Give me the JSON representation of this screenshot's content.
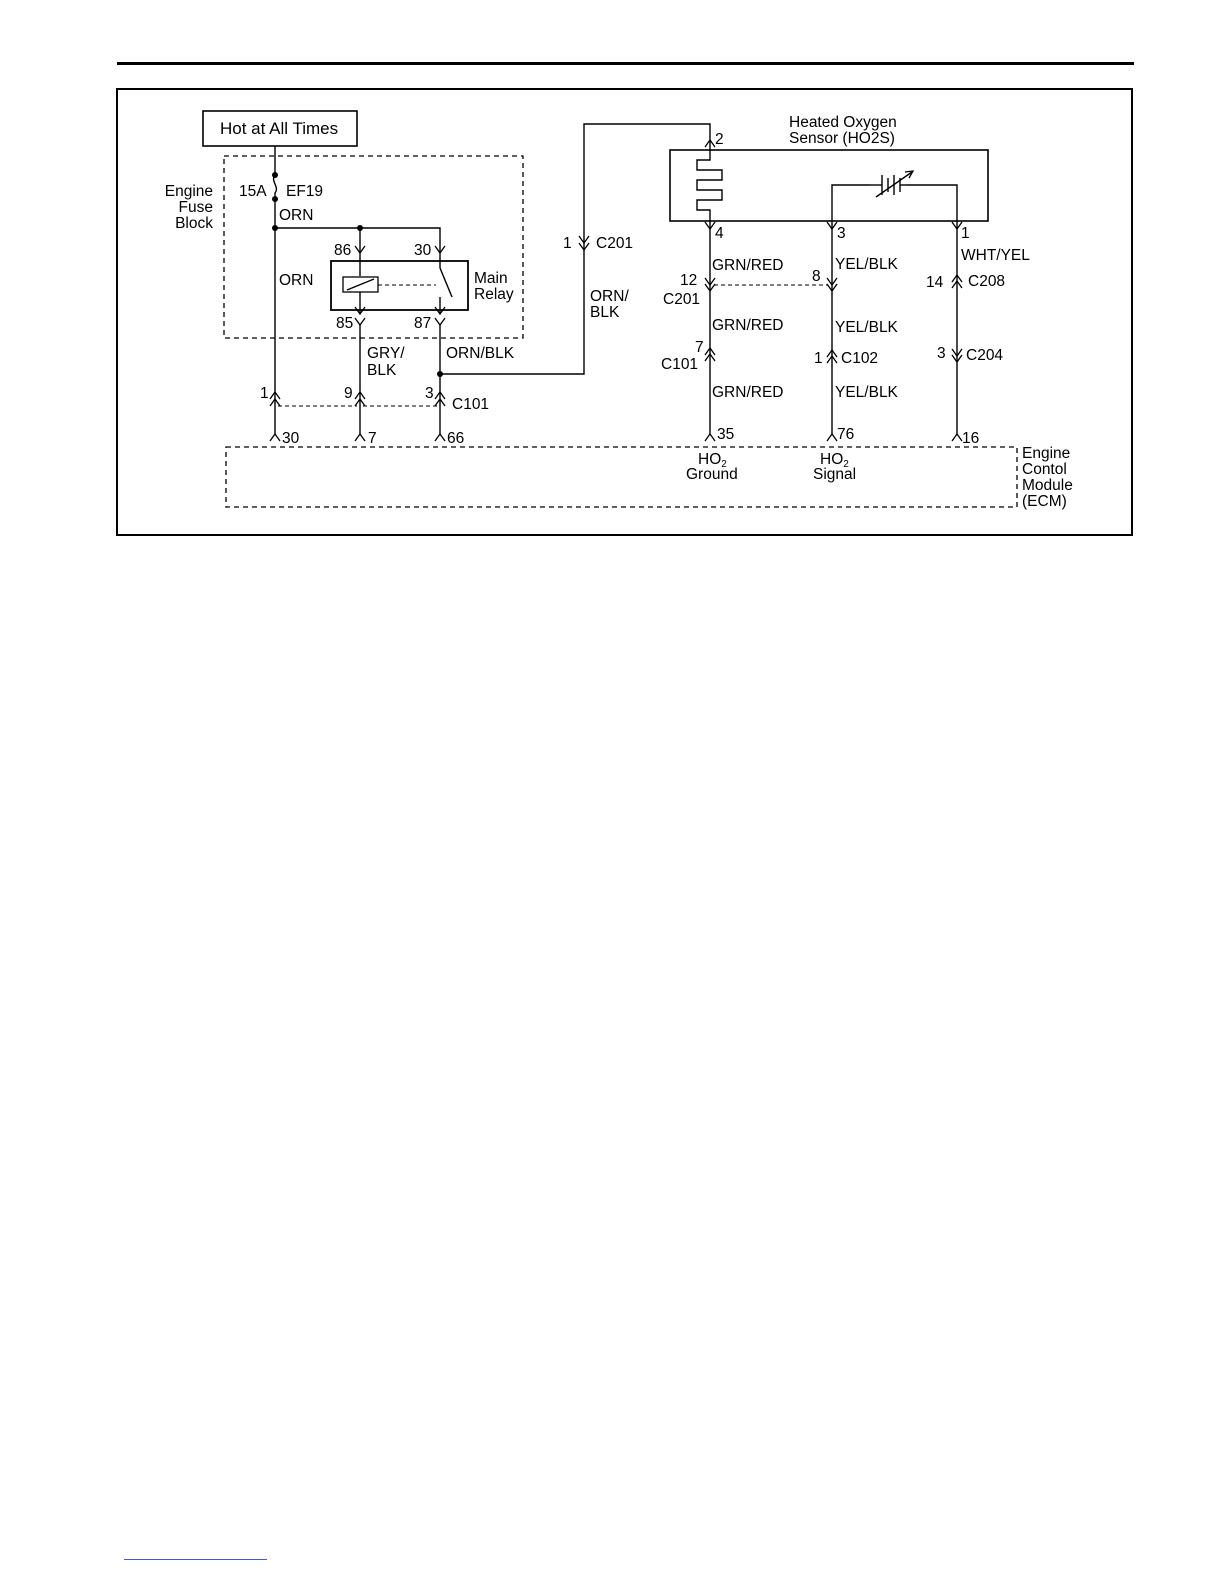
{
  "diagram": {
    "power_source": "Hot at All Times",
    "fuse_block": {
      "line1": "Engine",
      "line2": "Fuse",
      "line3": "Block"
    },
    "fuse": {
      "rating": "15A",
      "name": "EF19"
    },
    "relay": {
      "line1": "Main",
      "line2": "Relay",
      "pin86": "86",
      "pin30": "30",
      "pin85": "85",
      "pin87": "87"
    },
    "sensor": {
      "line1": "Heated Oxygen",
      "line2": "Sensor (HO2S)",
      "pin2": "2",
      "pin4": "4",
      "pin3": "3",
      "pin1": "1"
    },
    "ecm": {
      "line1": "Engine",
      "line2": "Contol",
      "line3": "Module",
      "line4": "(ECM)",
      "pin30": "30",
      "pin7": "7",
      "pin66": "66",
      "pin35": "35",
      "pin76": "76",
      "pin16": "16",
      "ho2_ground_1": "HO",
      "ho2_ground_sub": "2",
      "ho2_ground_2": "Ground",
      "ho2_signal_1": "HO",
      "ho2_signal_sub": "2",
      "ho2_signal_2": "Signal"
    },
    "wires": {
      "orn_fuse": "ORN",
      "orn_main": "ORN",
      "gry_blk_1": "GRY/",
      "gry_blk_2": "BLK",
      "orn_blk_relay": "ORN/BLK",
      "orn_blk_1": "ORN/",
      "orn_blk_2": "BLK",
      "grn_red_a": "GRN/RED",
      "grn_red_b": "GRN/RED",
      "grn_red_c": "GRN/RED",
      "yel_blk_a": "YEL/BLK",
      "yel_blk_b": "YEL/BLK",
      "yel_blk_c": "YEL/BLK",
      "wht_yel": "WHT/YEL"
    },
    "connectors": {
      "c201_top_pin": "1",
      "c201_top": "C201",
      "c201_pin12": "12",
      "c201_pin8": "8",
      "c201_mid": "C201",
      "c101_pin1": "1",
      "c101_pin9": "9",
      "c101_pin3": "3",
      "c101_left": "C101",
      "c101_pin7": "7",
      "c101_right": "C101",
      "c102_pin": "1",
      "c102": "C102",
      "c208_pin": "14",
      "c208": "C208",
      "c204_pin": "3",
      "c204": "C204"
    }
  }
}
